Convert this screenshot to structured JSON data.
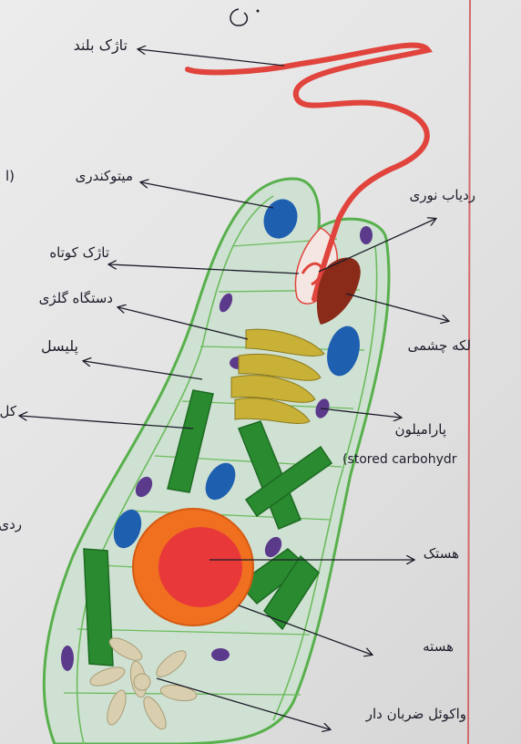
{
  "labels": {
    "flagellum_long": "تاژک بلند",
    "mitochondria": "میتوکندری",
    "eyespot_photoreceptor": "ردیاب نوری",
    "flagellum_short": "تاژک کوتاه",
    "golgi": "دستگاه گلژی",
    "pellicle": "پلیسل",
    "eyespot": "لکه چشمی",
    "paramylon": "پارامیلون",
    "paramylon_note": "(stored carbohydr",
    "nucleolus": "هستک",
    "nucleus": "هسته",
    "contractile_vacuole": "واکوئل ضربان دار",
    "cut_chloroplast": "کل",
    "cut_left_paren": "(ا",
    "cut_left_row": "ردی"
  },
  "colors": {
    "ink": "#1c1c2a",
    "margin_line": "#d46a6a",
    "flagellum": "#e0443c",
    "cell_outline": "#58b04c",
    "cytoplasm": "#cfe1d2",
    "chloroplast": "#2a8a2f",
    "mitochondria": "#1e5fb0",
    "golgi": "#c9b037",
    "eyespot": "#8a2a18",
    "paramylon": "#5b3a8c",
    "nucleus_outer": "#f07020",
    "nucleus_inner": "#e8383a",
    "vacuole": "#d9cfae"
  }
}
